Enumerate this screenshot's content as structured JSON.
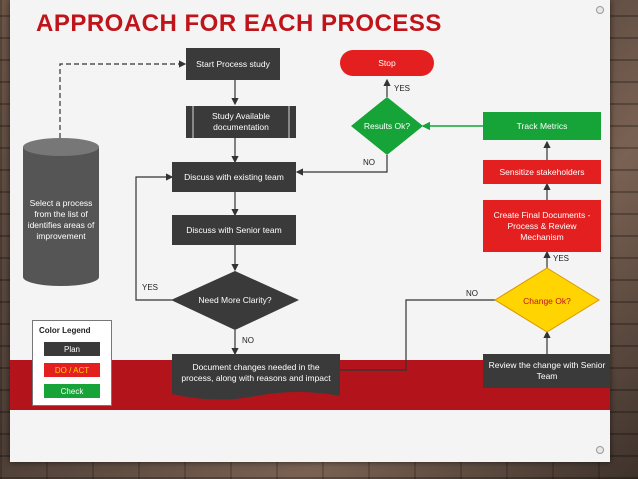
{
  "slide": {
    "title": "APPROACH FOR EACH PROCESS"
  },
  "flow": {
    "start": "Start Process study",
    "study_docs": "Study Available documentation",
    "discuss_existing": "Discuss with existing team",
    "discuss_senior": "Discuss with  Senior team",
    "need_clarity": "Need More Clarity?",
    "document_changes": "Document changes needed in the process, along with reasons and impact",
    "select_process": "Select a process from the list of identifies areas of improvement",
    "stop": "Stop",
    "results_ok": "Results Ok?",
    "track_metrics": "Track Metrics",
    "sensitize": "Sensitize stakeholders",
    "create_final": "Create Final Documents - Process & Review Mechanism",
    "change_ok": "Change Ok?",
    "review_change": "Review the change with Senior Team"
  },
  "labels": {
    "yes_results": "YES",
    "no_results": "NO",
    "yes_clarity": "YES",
    "no_clarity": "NO",
    "no_change": "NO",
    "yes_change": "YES"
  },
  "legend": {
    "title": "Color Legend",
    "items": [
      {
        "label": "Plan",
        "color": "#3a3a3a"
      },
      {
        "label": "DO / ACT",
        "color": "#e41f1f"
      },
      {
        "label": "Check",
        "color": "#16a338"
      }
    ]
  },
  "colors": {
    "plan": "#3a3a3a",
    "do_act": "#e41f1f",
    "check": "#16a338",
    "decision": "#ffd400",
    "title": "#c0141b"
  }
}
